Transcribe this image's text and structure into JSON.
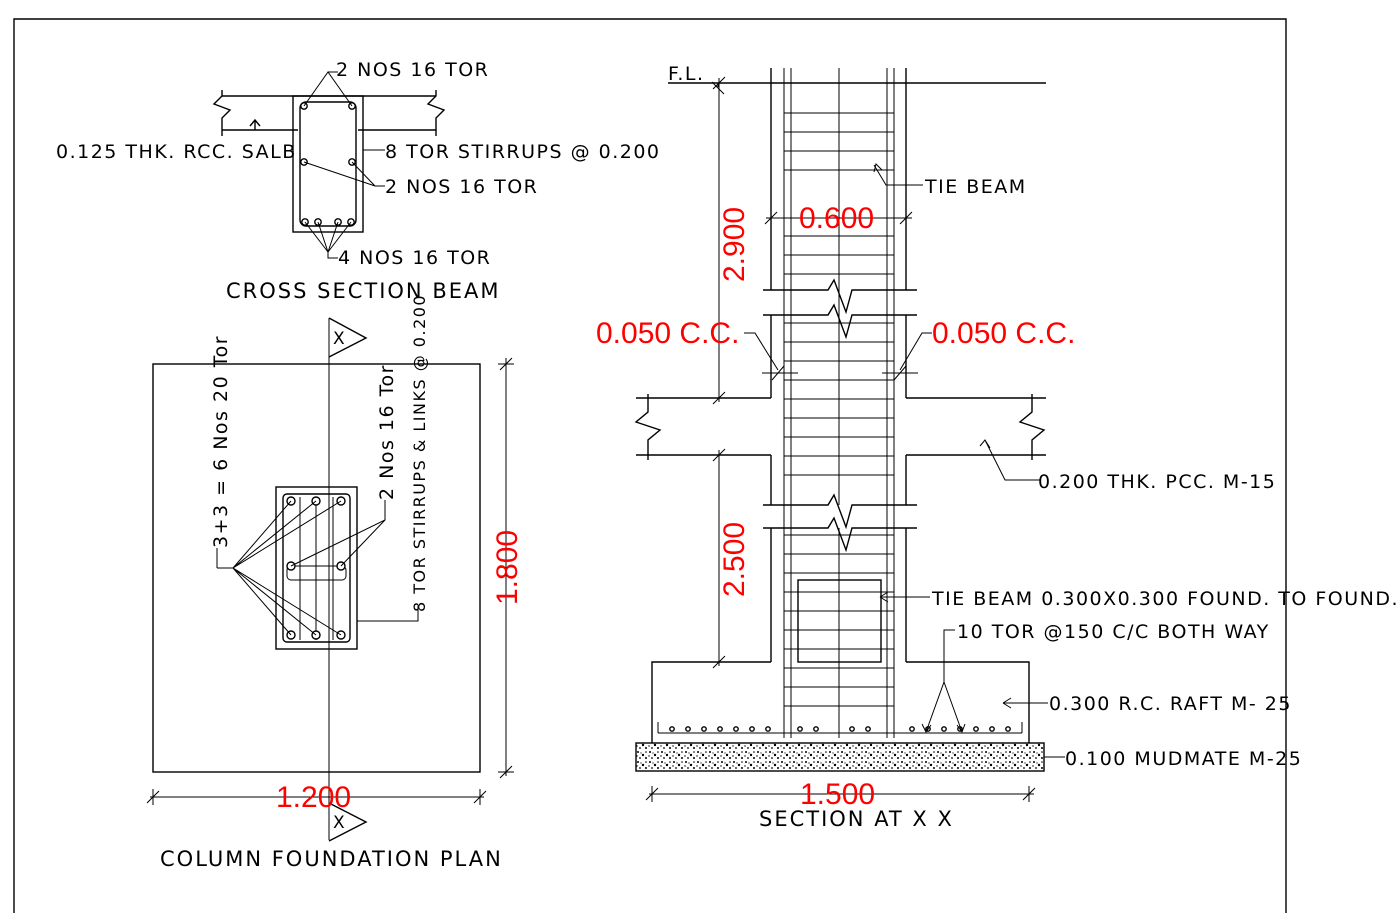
{
  "beam_section": {
    "title": "CROSS SECTION BEAM",
    "top_bars": "2 NOS 16 TOR",
    "slab": "0.125 THK. RCC. SALB",
    "stirrups": "8 TOR STIRRUPS @ 0.200",
    "mid_bars": "2 NOS 16 TOR",
    "bottom_bars": "4 NOS 16 TOR"
  },
  "plan": {
    "title": "COLUMN FOUNDATION PLAN",
    "main_bars": "3+3 = 6 Nos 20 Tor",
    "side_bars": "2 Nos 16 Tor",
    "links": "8 TOR STIRRUPS & LINKS @ 0.200",
    "width": "1.200",
    "length": "1.800",
    "section_mark": "X"
  },
  "section": {
    "title": "SECTION AT X X",
    "fl": "F.L.",
    "tie_beam": "TIE BEAM",
    "col_width": "0.600",
    "upper_height": "2.900",
    "lower_height": "2.500",
    "cc_left": "0.050 C.C.",
    "cc_right": "0.050 C.C.",
    "pcc": "0.200 THK. PCC. M-15",
    "tie_beam_found": "TIE BEAM 0.300X0.300 FOUND. TO FOUND.",
    "raft_bars": "10 TOR @150 C/C BOTH WAY",
    "raft": "0.300 R.C. RAFT M- 25",
    "mudmat": "0.100 MUDMATE M-25",
    "raft_width": "1.500"
  }
}
